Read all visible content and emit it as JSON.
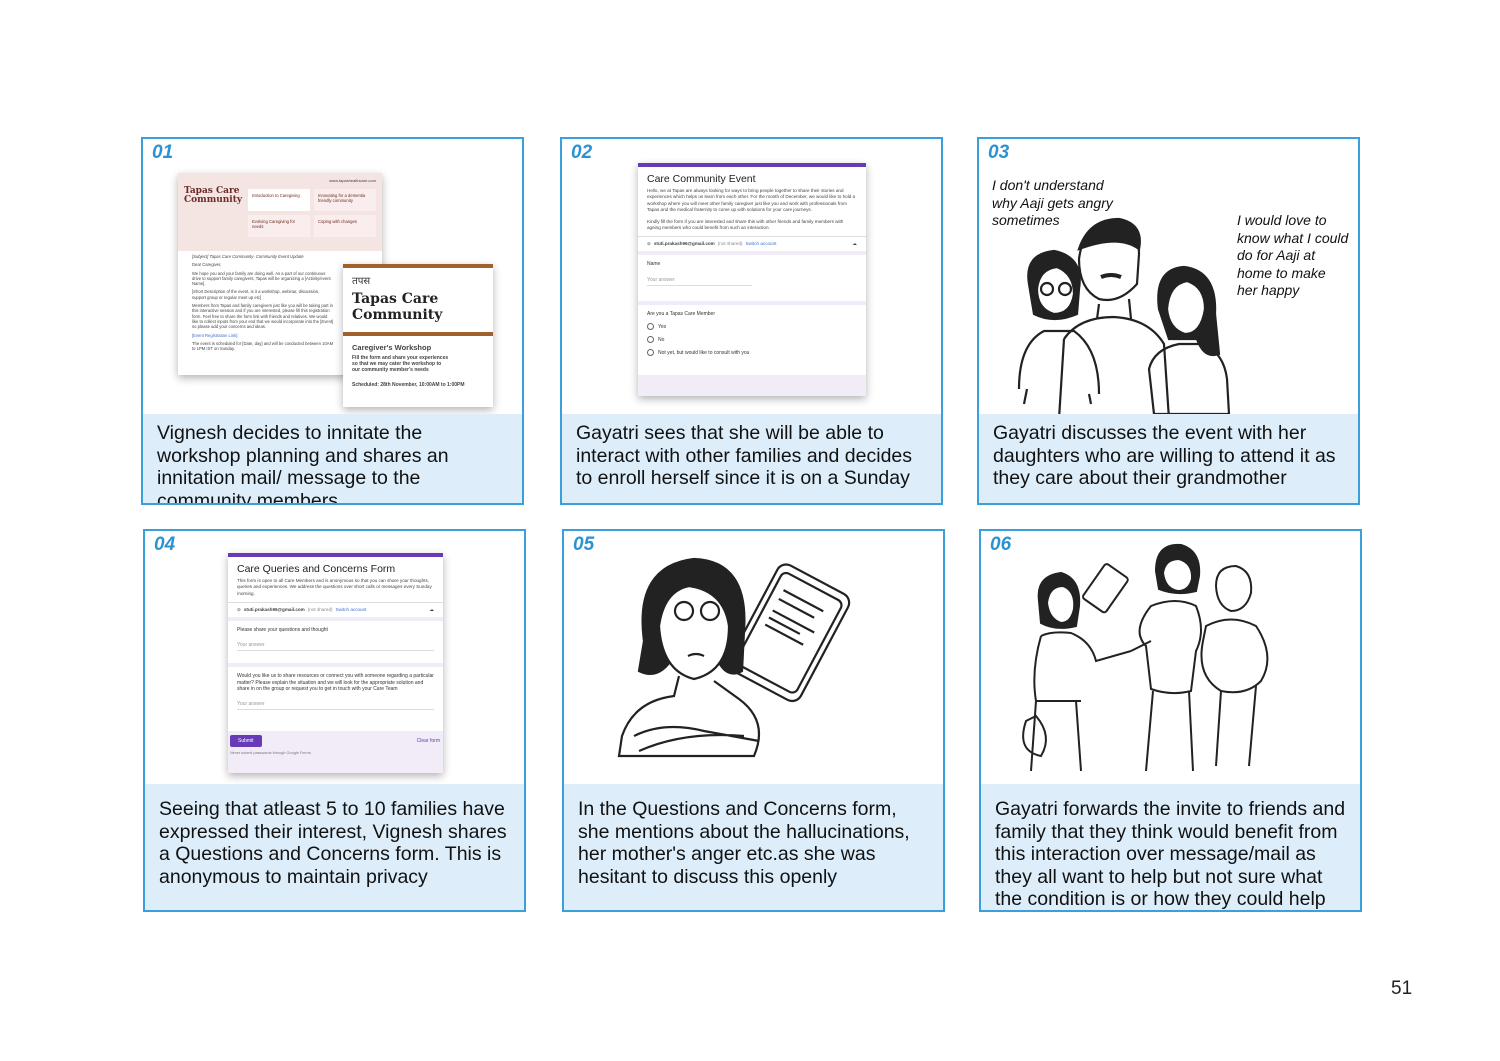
{
  "page_number": "51",
  "panels": [
    {
      "number": "01",
      "caption": "Vignesh decides to innitate the workshop planning and shares an innitation mail/ message to the community members",
      "email": {
        "brand": "Tapas Care Community",
        "website": "www.tapashealthcare.com",
        "cards": [
          "Introduction to Caregiving",
          "Innovating for a dementia friendly community",
          "Evolving Caregiving for needs",
          "Coping with changes"
        ],
        "subject": "[Subject] Tapas Care Community- Community Event Update",
        "greeting": "Dear Caregiver,",
        "p1": "We hope you and your family are doing well. As a part of our continuous drive to support family caregivers, Tapas will be organizing a [Activity/event Name].",
        "p2": "[Short Description of the event, is it a workshop, webinar, discussion, support group or regular meet up etc]",
        "p3": "Members from Tapas and family caregivers just like you will be taking part in this interactive session and if you are interested, please fill this registration form. Feel free to share the form link with friends and relatives. We would like to collect inputs from your end that we would incorporate into the [Event] so please add your concerns and ideas.",
        "link": "[Event Registration Link]",
        "p4": "The event is scheduled for [Date, day] and will be conducted between 10AM to 1PM IST on Sunday."
      },
      "poster": {
        "logo": "तपस",
        "title": "Tapas Care Community",
        "subtitle": "Caregiver's Workshop",
        "body": "Fill the form and share your experiences so that we may cater the workshop to our community member's needs",
        "schedule": "Scheduled: 28th November, 10:00AM to 1:00PM"
      }
    },
    {
      "number": "02",
      "caption": "Gayatri sees that she will be able to interact with other families and decides to enroll herself since it is on a Sunday",
      "form": {
        "title": "Care Community Event",
        "desc1": "Hello, we at Tapas are always looking for ways to bring people together to share their stories and experiences which helps us learn from each other. For the month of December, we would like to hold a workshop where you will meet other family caregiver just like you and work with professionals from Tapas and the medical fraternity to come up with solutions for your care journeys.",
        "desc2": "Kindly fill the form if you are interested and share this with other friends and family members with ageing members who could benefit from such an interaction.",
        "email": "stuti.prakash96@gmail.com",
        "not_shared": "(not shared)",
        "switch": "Switch account",
        "q1": "Name",
        "answer_placeholder": "Your answer",
        "q2": "Are you a Tapas Care Member",
        "options": [
          "Yes",
          "No",
          "Not yet, but would like to consult with you"
        ]
      }
    },
    {
      "number": "03",
      "caption": "Gayatri discusses the event with her daughters who are willing to attend it as they care about their grandmother",
      "speech_left": "I don't understand why Aaji gets angry sometimes",
      "speech_right": "I would love to know what I could do for Aaji at home to make her happy"
    },
    {
      "number": "04",
      "caption": "Seeing that atleast 5 to 10 families have expressed their interest, Vignesh shares a Questions and Concerns form. This is anonymous to maintain privacy",
      "form": {
        "title": "Care Queries and Concerns Form",
        "desc": "This form is open to all Care Members and is anonymous so that you can share your thoughts, queries and experiences. We address the questions over short calls or messages every Sunday morning.",
        "email": "stuti.prakash96@gmail.com",
        "not_shared": "(not shared)",
        "switch": "Switch account",
        "q1": "Please share your questions and thought",
        "q2": "Would you like us to share resources or connect you with someone regarding a particular matter? Please explain the situation and we will look for the appropriate solution and share in on the group or request you to get in touch with your Care Team",
        "answer_placeholder": "Your answer",
        "submit": "Submit",
        "clear": "Clear form",
        "footer": "Never submit passwords through Google Forms."
      }
    },
    {
      "number": "05",
      "caption": "In the Questions and Concerns form, she mentions about the hallucinations, her mother's anger etc.as she was hesitant to discuss this openly"
    },
    {
      "number": "06",
      "caption": "Gayatri forwards the invite to friends and family that they think would benefit from this interaction over message/mail as they all want to help but not sure what the condition is or how they could help"
    }
  ],
  "colors": {
    "border": "#3aa0dc",
    "caption_bg": "#ddeefa",
    "number": "#2c93d2",
    "form_accent": "#673ab7",
    "poster_accent": "#a0622a"
  }
}
